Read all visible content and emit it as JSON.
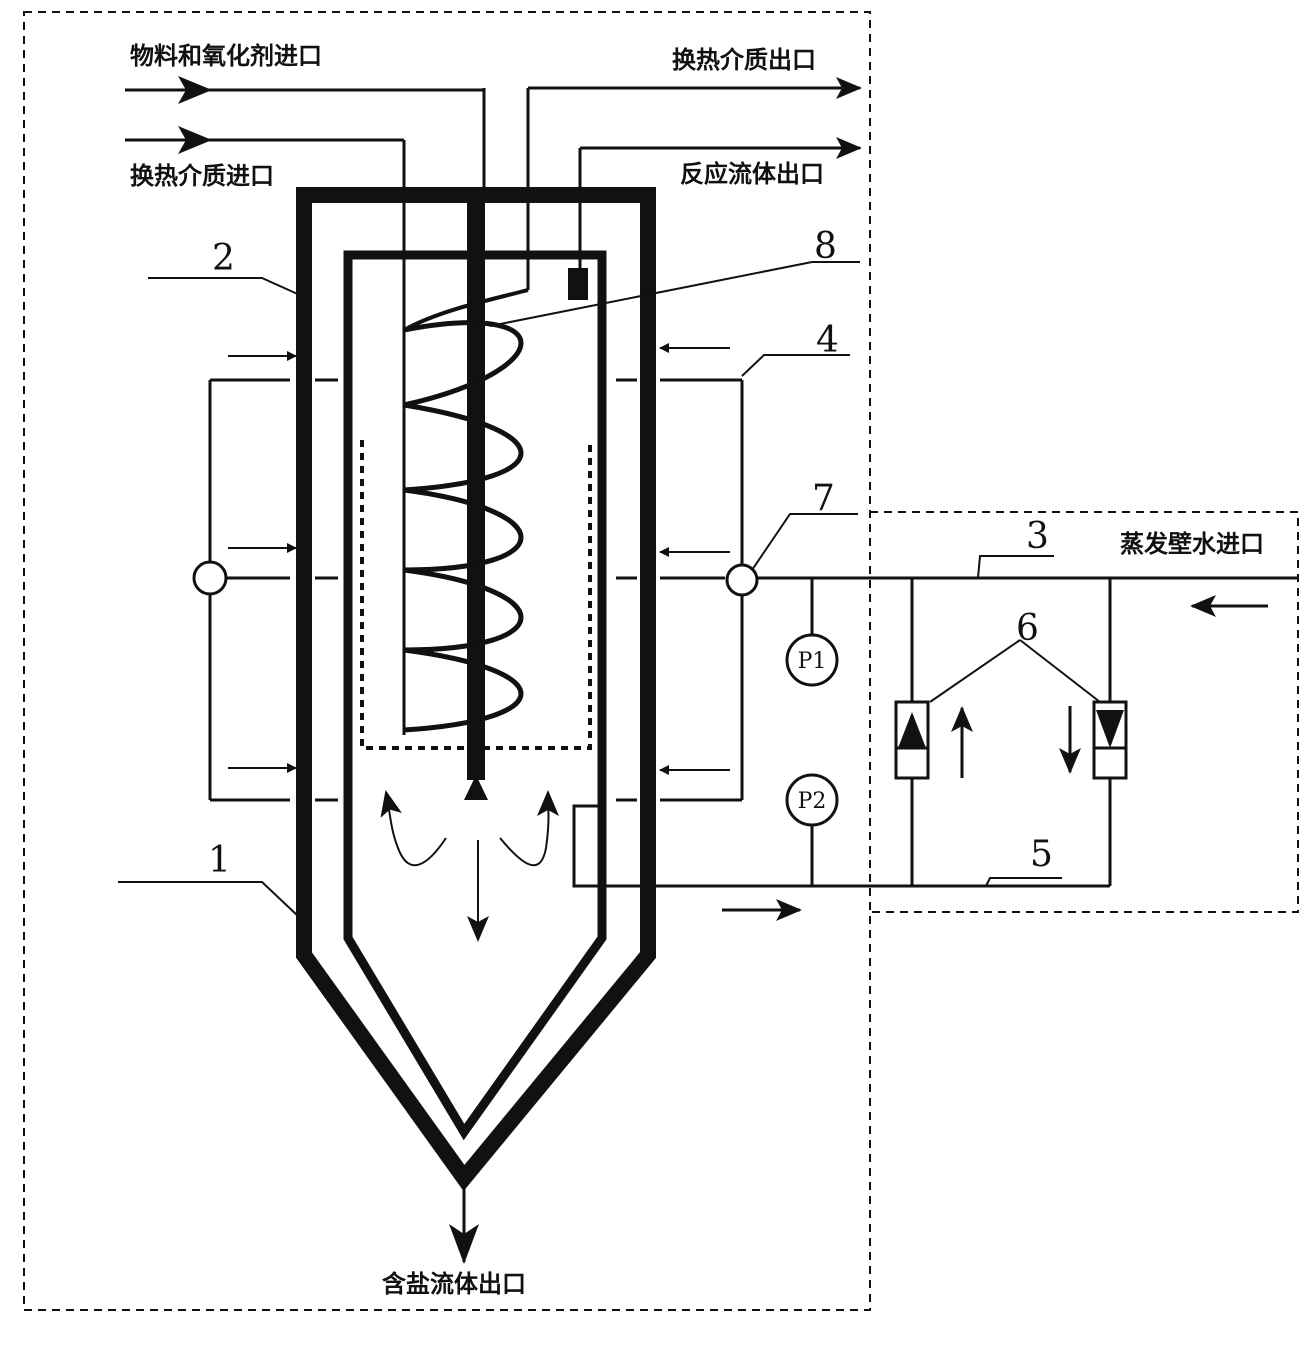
{
  "labels": {
    "feed_inlet": "物料和氧化剂进口",
    "medium_inlet": "换热介质进口",
    "medium_outlet": "换热介质出口",
    "fluid_outlet": "反应流体出口",
    "water_inlet": "蒸发壁水进口",
    "salt_outlet": "含盐流体出口"
  },
  "numbers": {
    "n1": "1",
    "n2": "2",
    "n3": "3",
    "n4": "4",
    "n5": "5",
    "n6": "6",
    "n7": "7",
    "n8": "8"
  },
  "gauges": {
    "p1": "P1",
    "p2": "P2"
  },
  "colors": {
    "line": "#111111",
    "background": "#ffffff"
  }
}
